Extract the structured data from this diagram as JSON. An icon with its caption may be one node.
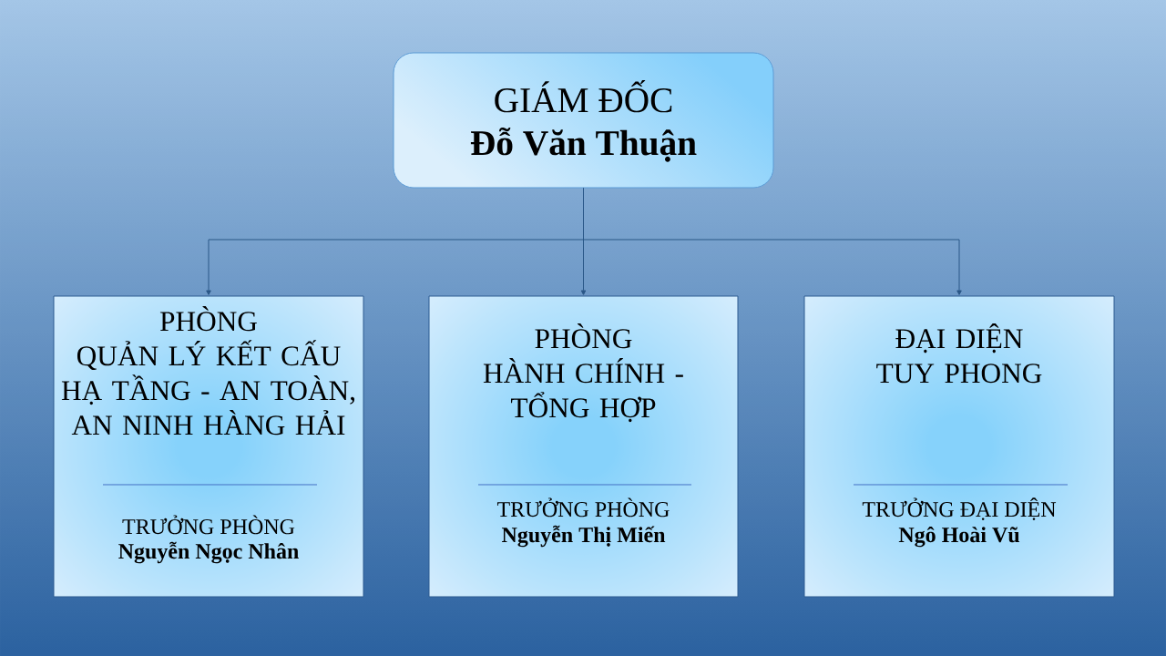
{
  "diagram": {
    "nodes": [
      {
        "text": [
          "GIÁM ĐỐC",
          "Đỗ Văn Thuận"
        ]
      },
      {
        "text": [
          "PHÒNG QUẢN LÝ KẾT CẤU HẠ TẦNG - AN TOÀN, AN NINH HÀNG HẢI",
          "TRƯỞNG PHÒNG",
          "Nguyễn Ngọc Nhân"
        ]
      },
      {
        "text": [
          "PHÒNG HÀNH CHÍNH - TỔNG HỢP",
          "TRƯỞNG PHÒNG",
          "Nguyễn Thị Miến"
        ]
      },
      {
        "text": [
          "ĐẠI DIỆN TUY PHONG",
          "TRƯỞNG ĐẠI DIỆN",
          "Ngô Hoài Vũ"
        ]
      }
    ],
    "edges": [
      {
        "from": 0,
        "to": 1,
        "arrow": "to"
      },
      {
        "from": 0,
        "to": 2,
        "arrow": "to"
      },
      {
        "from": 0,
        "to": 3,
        "arrow": "to"
      }
    ]
  }
}
